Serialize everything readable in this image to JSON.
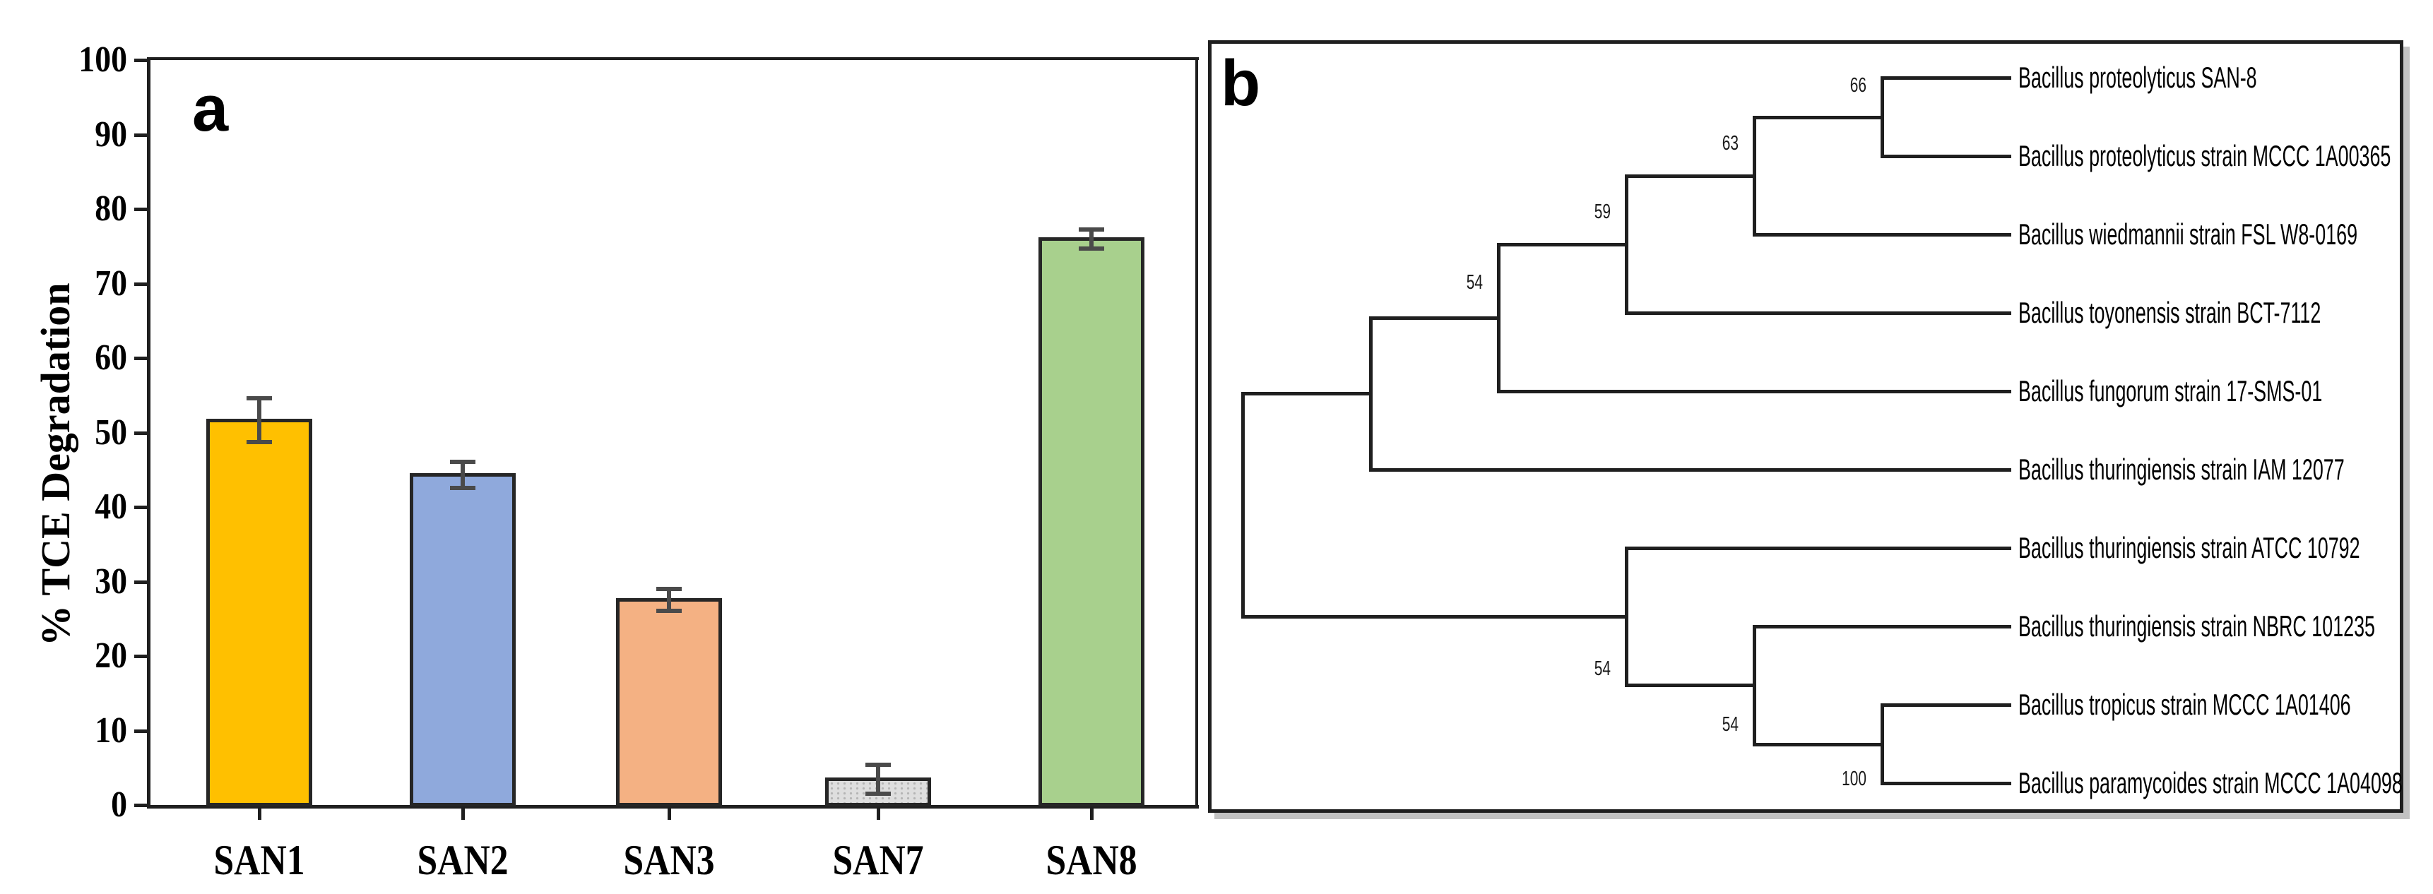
{
  "panel_a": {
    "letter": "a"
  },
  "panel_b": {
    "letter": "b"
  },
  "chart_data": [
    {
      "type": "bar",
      "panel": "a",
      "title": "",
      "xlabel": "",
      "ylabel": "% TCE Degradation",
      "categories": [
        "SAN1",
        "SAN2",
        "SAN3",
        "SAN7",
        "SAN8"
      ],
      "values": [
        51.7,
        44.4,
        27.6,
        3.5,
        76.0
      ],
      "errors": [
        3.0,
        1.8,
        1.5,
        2.0,
        1.3
      ],
      "bar_colors": [
        "#FFC000",
        "#8FA9DC",
        "#F4B183",
        "#DEDEDE",
        "#A8D08D"
      ],
      "ylim": [
        0,
        100
      ],
      "ytick_step": 10,
      "grid": false,
      "legend": null
    },
    {
      "type": "tree",
      "panel": "b",
      "title": "",
      "taxa": [
        "Bacillus proteolyticus SAN-8",
        "Bacillus proteolyticus strain MCCC 1A00365",
        "Bacillus wiedmannii strain FSL W8-0169",
        "Bacillus toyonensis strain BCT-7112",
        "Bacillus fungorum strain 17-SMS-01",
        "Bacillus thuringiensis strain IAM 12077",
        "Bacillus thuringiensis strain ATCC 10792",
        "Bacillus thuringiensis strain NBRC 101235",
        "Bacillus tropicus strain MCCC 1A01406",
        "Bacillus paramycoides strain MCCC 1A04098"
      ],
      "bootstrap_values": [
        66,
        63,
        59,
        54,
        54,
        54,
        100
      ],
      "root": {
        "id": "root",
        "children": [
          {
            "id": "nU",
            "bootstrap": null,
            "children": [
              {
                "id": "n54a",
                "bootstrap": "54",
                "children": [
                  {
                    "id": "n59",
                    "bootstrap": "59",
                    "children": [
                      {
                        "id": "n63",
                        "bootstrap": "63",
                        "children": [
                          {
                            "id": "n66",
                            "bootstrap": "66",
                            "children": [
                              {
                                "leaf": 0
                              },
                              {
                                "leaf": 1
                              }
                            ]
                          },
                          {
                            "leaf": 2
                          }
                        ]
                      },
                      {
                        "leaf": 3
                      }
                    ]
                  },
                  {
                    "leaf": 4
                  }
                ]
              },
              {
                "leaf": 5
              }
            ]
          },
          {
            "id": "n54b",
            "bootstrap": "54",
            "children": [
              {
                "leaf": 6
              },
              {
                "id": "n54c",
                "bootstrap": "54",
                "children": [
                  {
                    "leaf": 7
                  },
                  {
                    "id": "n100",
                    "bootstrap": "100",
                    "children": [
                      {
                        "leaf": 8
                      },
                      {
                        "leaf": 9
                      }
                    ]
                  }
                ]
              }
            ]
          }
        ]
      }
    }
  ]
}
